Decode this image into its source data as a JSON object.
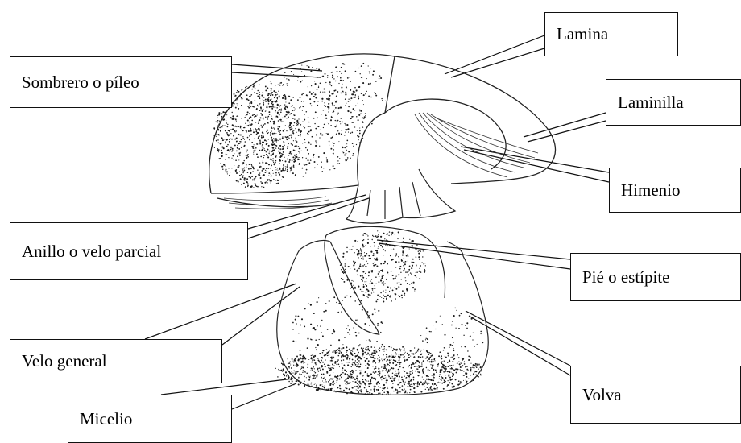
{
  "labels": {
    "lamina": "Lamina",
    "sombrero": "Sombrero o píleo",
    "laminilla": "Laminilla",
    "himenio": "Himenio",
    "anillo": "Anillo o velo parcial",
    "pie": "Pié o estípite",
    "velo_general": "Velo general",
    "volva": "Volva",
    "micelio": "Micelio"
  },
  "illustration": {
    "subject": "mushroom-cross-section",
    "stroke_color": "#222222",
    "speckle_color": "#1a1a1a"
  }
}
